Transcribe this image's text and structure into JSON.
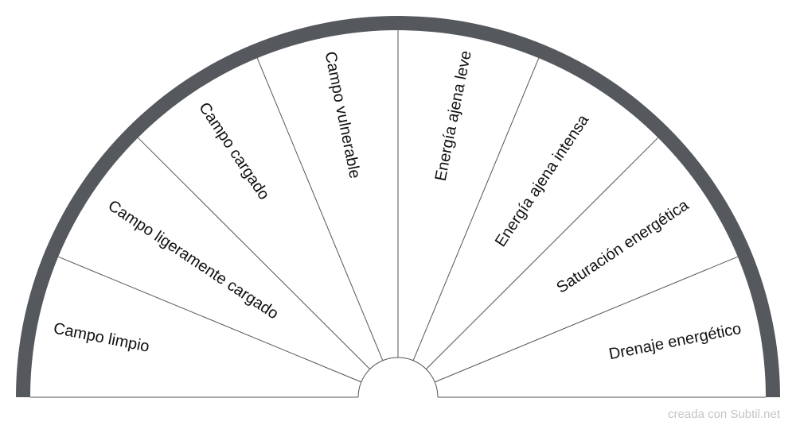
{
  "chart_data": {
    "type": "pendulum-chart",
    "sectors": [
      "Campo limpio",
      "Campo ligeramente cargado",
      "Campo cargado",
      "Campo vulnerable",
      "Energía ajena leve",
      "Energía ajena intensa",
      "Saturación energética",
      "Drenaje energético"
    ]
  },
  "colors": {
    "band": "#55595e",
    "lines": "#555555",
    "watermark": "#c4c4c4"
  },
  "watermark": "creada con Subtil.net"
}
